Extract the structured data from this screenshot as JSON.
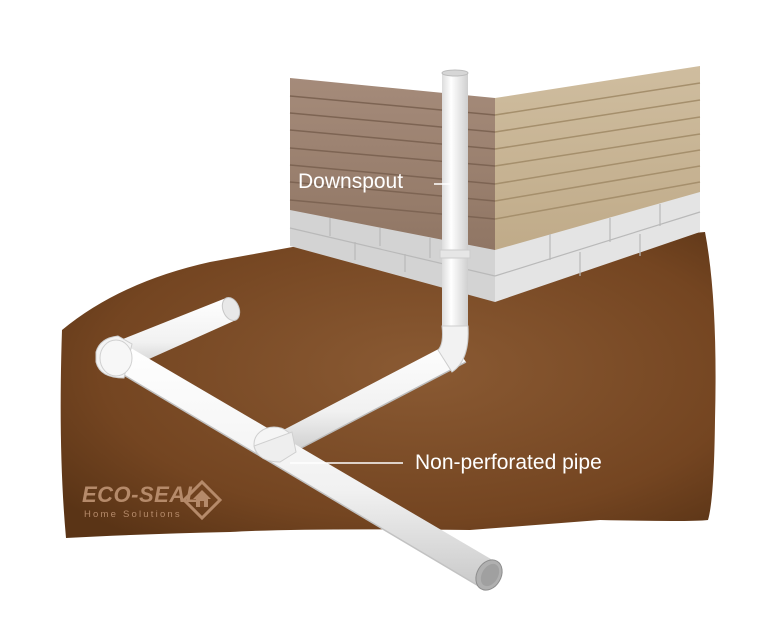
{
  "labels": {
    "downspout": "Downspout",
    "pipe": "Non-perforated pipe"
  },
  "logo": {
    "name": "ECO-SEAL",
    "subtitle": "Home Solutions",
    "icon": "house-diamond-icon"
  },
  "colors": {
    "soil": "#7a4a26",
    "siding_left": "#9c8270",
    "siding_right": "#c8b596",
    "foundation": "#d9d9d9",
    "pipe": "#f2f2f2",
    "label_text": "#ffffff",
    "logo": "#b58a6a"
  }
}
